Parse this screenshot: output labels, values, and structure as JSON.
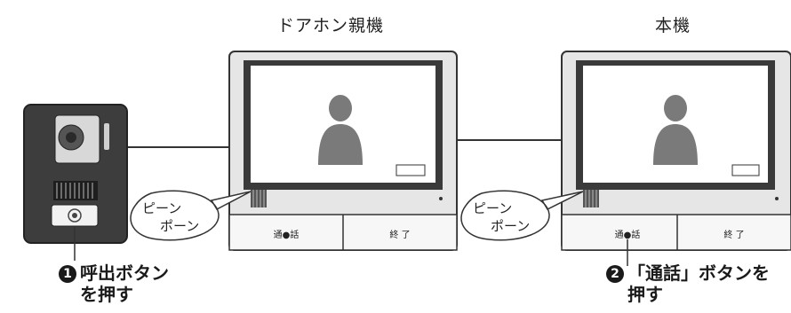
{
  "titles": {
    "doorphone_parent": "ドアホン親機",
    "main_unit": "本機"
  },
  "bubbles": [
    {
      "line1": "ピーン",
      "line2": "ポーン"
    },
    {
      "line1": "ピーン",
      "line2": "ポーン"
    }
  ],
  "monitors": [
    {
      "left_button": "通●話",
      "right_button": "終 了"
    },
    {
      "left_button": "通●話",
      "right_button": "終 了"
    }
  ],
  "steps": [
    {
      "number": "1",
      "line1": "呼出ボタン",
      "line2": "を押す"
    },
    {
      "number": "2",
      "line1": "「通話」ボタンを",
      "line2": "押す"
    }
  ],
  "colors": {
    "outline": "#333333",
    "housing": "#e6e6e6",
    "screen_frame": "#3a3a3a",
    "screen": "#ffffff",
    "person": "#7a7a7a",
    "door_station": "#3d3d3d"
  }
}
